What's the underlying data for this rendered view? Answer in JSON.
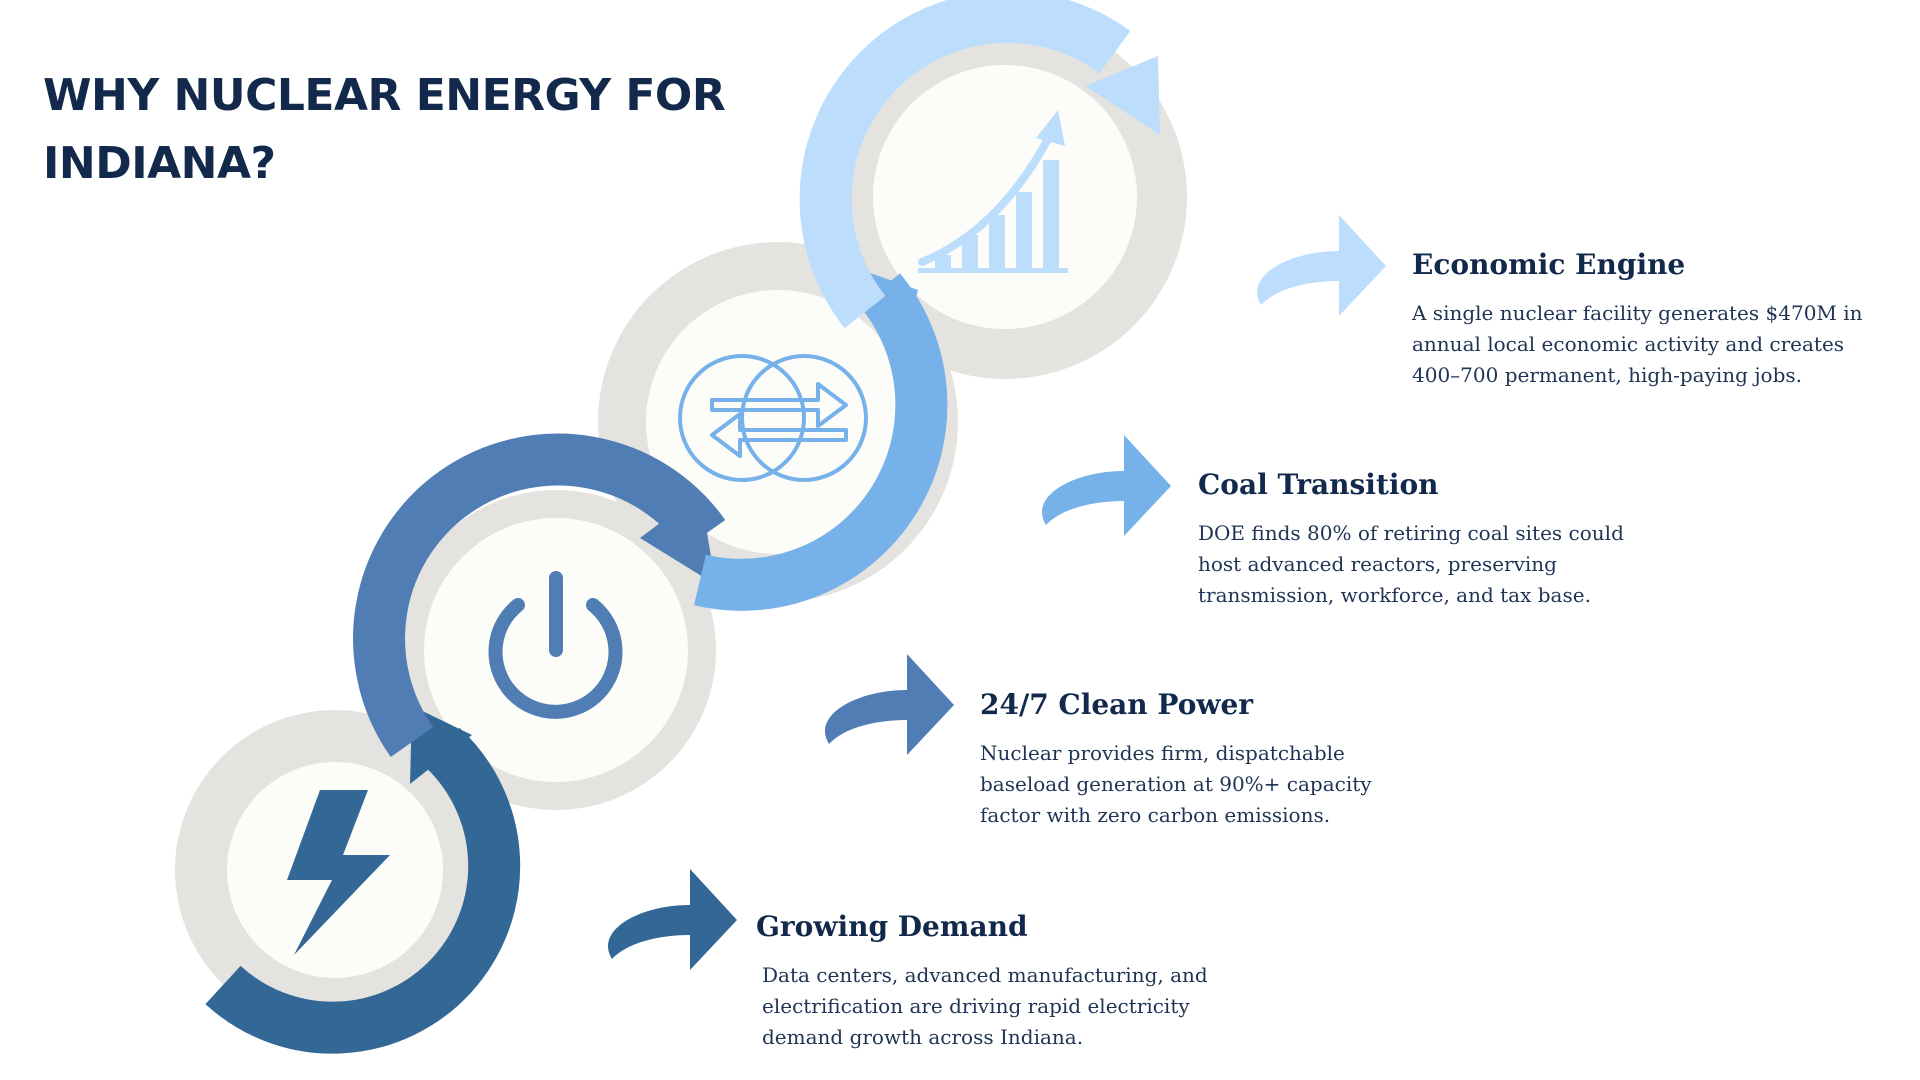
{
  "title": "WHY NUCLEAR ENERGY FOR INDIANA?",
  "colors": {
    "title": "#13294b",
    "ring_track": "#e4e3df",
    "circle_fill": "#fcfcf9",
    "step1": "#336896",
    "step2": "#4f7db4",
    "step3": "#76b1ea",
    "step4": "#bcdefc"
  },
  "steps": [
    {
      "id": "growing-demand",
      "icon": "lightning-bolt-icon",
      "heading": "Growing Demand",
      "body": "Data centers, advanced manufacturing, and electrification are driving rapid electricity demand growth across Indiana."
    },
    {
      "id": "clean-power",
      "icon": "power-button-icon",
      "heading": "24/7 Clean Power",
      "body": "Nuclear provides firm, dispatchable baseload generation at 90%+ capacity factor with zero carbon emissions."
    },
    {
      "id": "coal-transition",
      "icon": "transition-arrows-icon",
      "heading": "Coal Transition",
      "body": "DOE finds 80% of retiring coal sites could host advanced reactors, preserving transmission, workforce, and tax base."
    },
    {
      "id": "economic-engine",
      "icon": "growth-chart-icon",
      "heading": "Economic Engine",
      "body": "A single nuclear facility generates $470M in annual local economic activity and creates 400–700 permanent, high-paying jobs."
    }
  ]
}
